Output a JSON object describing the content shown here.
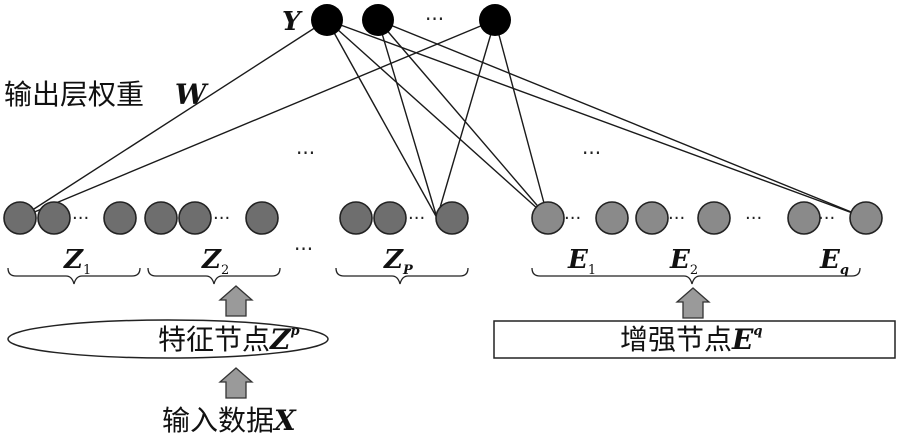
{
  "output": {
    "label": "Y",
    "ellipsis": "···"
  },
  "weights": {
    "label": "输出层权重",
    "symbol": "W"
  },
  "ellipsis": "···",
  "feature_groups": [
    {
      "letter": "Z",
      "sub": "1"
    },
    {
      "letter": "Z",
      "sub": "2"
    },
    {
      "letter": "Z",
      "sub": "P"
    }
  ],
  "enhance_groups": [
    {
      "letter": "E",
      "sub": "1"
    },
    {
      "letter": "E",
      "sub": "2"
    },
    {
      "letter": "E",
      "sub": "q"
    }
  ],
  "feature_box": {
    "text": "特征节点",
    "letter": "Z",
    "sup": "p"
  },
  "enhance_box": {
    "text": "增强节点",
    "letter": "E",
    "sup": "q"
  },
  "input": {
    "text": "输入数据",
    "letter": "X"
  },
  "colors": {
    "output_node": "#000000",
    "feature_node": "#6e6e6e",
    "enhance_node": "#8a8a8a",
    "arrow": "#999999"
  }
}
